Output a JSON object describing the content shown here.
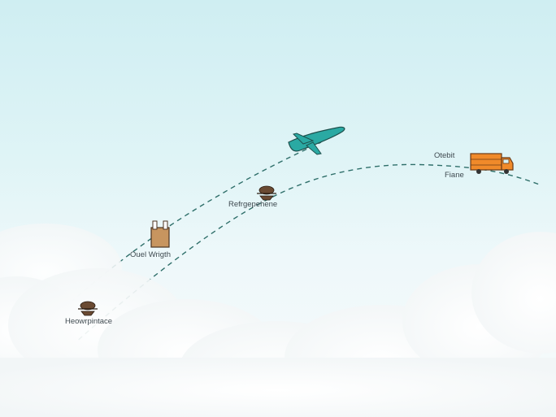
{
  "labels": {
    "top_right_1": "Otebit",
    "top_right_2": "Fiane",
    "mid_upper": "Refrgepehene",
    "mid_left": "Ouel Wrigth",
    "bottom_left": "Heowrpintace"
  },
  "colors": {
    "sky_top": "#cfeef2",
    "sky_bottom": "#f7fbfc",
    "route_line": "#2f6f6a",
    "plane": "#2aa9a3",
    "truck": "#f08a2a",
    "box": "#c7955f"
  },
  "icons": {
    "plane": "airplane-icon",
    "truck": "delivery-truck-icon",
    "package": "package-icon",
    "drone_upper": "drone-icon",
    "drone_lower": "drone-icon"
  }
}
